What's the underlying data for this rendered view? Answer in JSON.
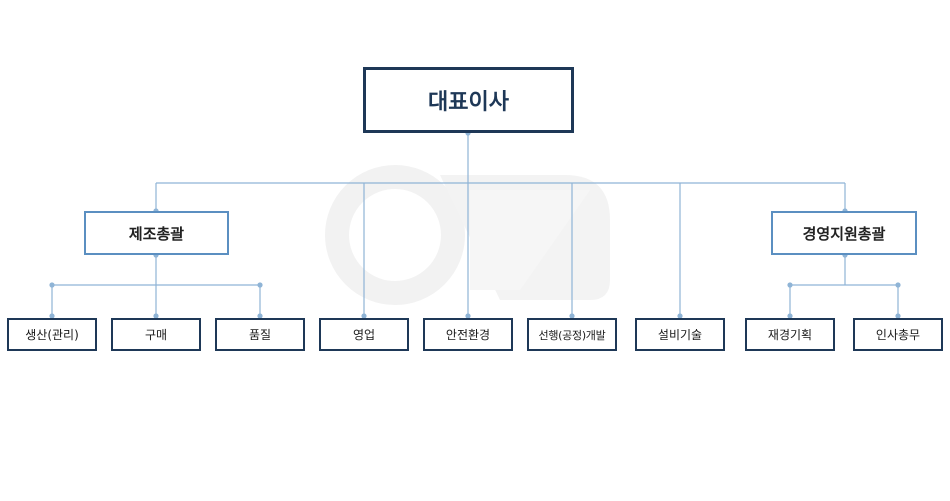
{
  "colors": {
    "connector": "#8fb4d6",
    "dot": "#8fb4d6",
    "ceo_border": "#1e3857",
    "mid_border": "#5b8fc1",
    "leaf_border": "#1e3857",
    "watermark": "#f2f2f2"
  },
  "org": {
    "ceo": "대표이사",
    "divisions": {
      "manufacturing": "제조총괄",
      "management": "경영지원총괄"
    },
    "departments": {
      "production": "생산(관리)",
      "purchasing": "구매",
      "quality": "품질",
      "sales": "영업",
      "safety_environment": "안전환경",
      "advanced_development": "선행(공정)개발",
      "facility_technology": "설비기술",
      "finance_planning": "재경기획",
      "hr_general_affairs": "인사총무"
    }
  }
}
